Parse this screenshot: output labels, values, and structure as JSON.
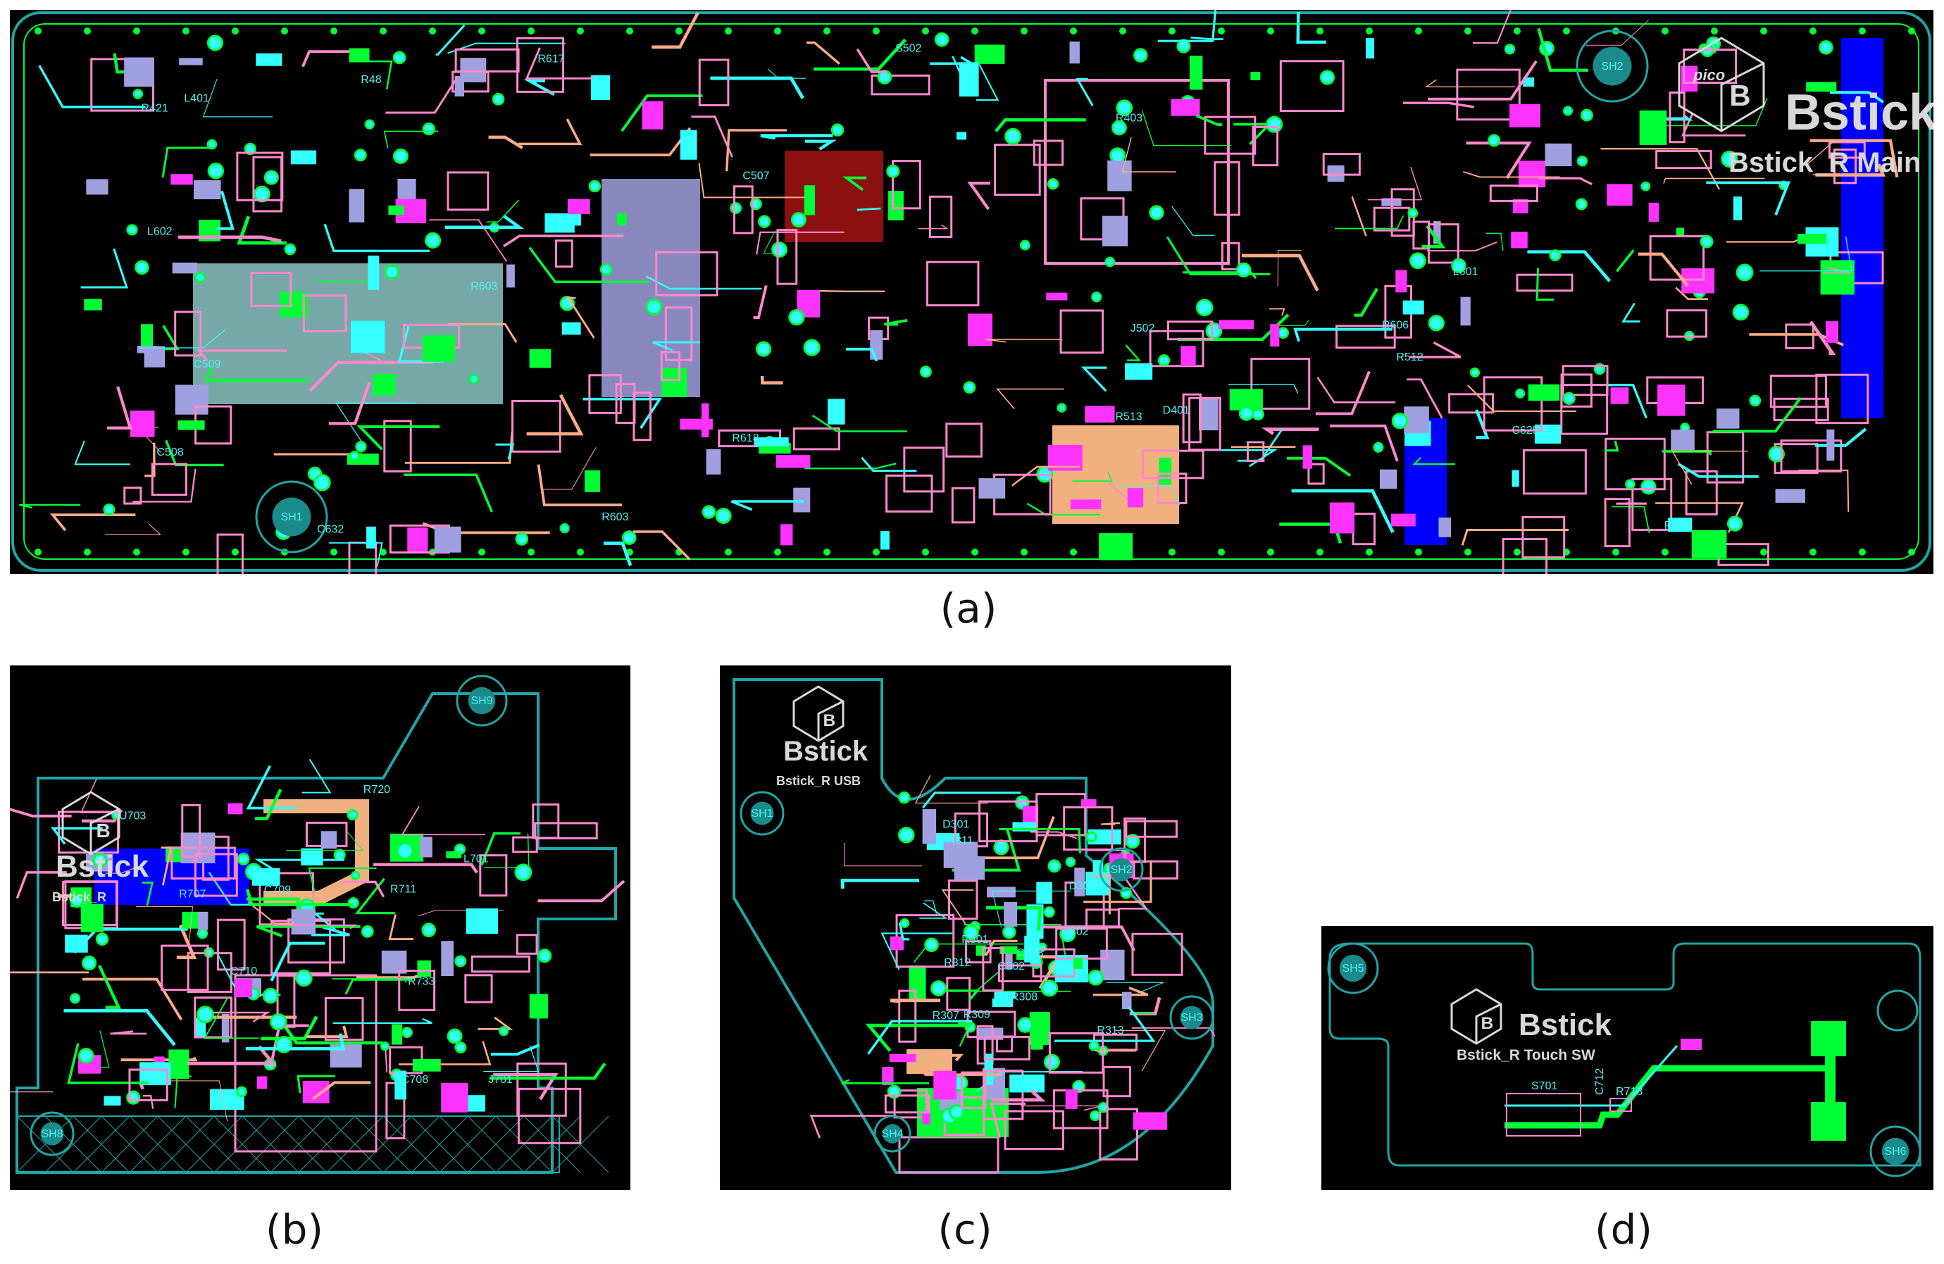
{
  "figure": {
    "panels": [
      {
        "caption": "(a)",
        "board_name": "Bstick",
        "board_subtitle": "Bstick_R Main",
        "mounting_holes": [
          "SH1",
          "SH2"
        ],
        "refs": [
          "J502",
          "L401",
          "L602",
          "L601",
          "R512",
          "R513",
          "R514",
          "R618",
          "R603",
          "R617",
          "R606",
          "C632",
          "R603",
          "S502",
          "C509",
          "D401",
          "R421",
          "R403",
          "C507",
          "C508",
          "R48",
          "C625"
        ]
      },
      {
        "caption": "(b)",
        "board_name": "Bstick",
        "board_subtitle": "Bstick_R",
        "mounting_holes": [
          "SH8",
          "SH9"
        ],
        "refs": [
          "C708",
          "C709",
          "C710",
          "R707",
          "R711",
          "L701",
          "U703",
          "J701",
          "R733",
          "R720"
        ]
      },
      {
        "caption": "(c)",
        "board_name": "Bstick",
        "board_subtitle": "Bstick_R USB",
        "mounting_holes": [
          "SH1",
          "SH2",
          "SH3",
          "SH4"
        ],
        "refs": [
          "J302",
          "R301",
          "D302",
          "R313",
          "D301",
          "R312",
          "R309",
          "C302",
          "R311",
          "R308",
          "R307",
          "C303"
        ]
      },
      {
        "caption": "(d)",
        "board_name": "Bstick",
        "board_subtitle": "Bstick_R Touch SW",
        "mounting_holes": [
          "SH5",
          "SH6"
        ],
        "refs": [
          "S701",
          "C712",
          "R718"
        ]
      }
    ],
    "logo_text": "pico",
    "colors": {
      "background": "#000000",
      "outline": "#1fa6a6",
      "top_copper": "#00ff33",
      "pads": "#33ffff",
      "silkscreen": "#ff88cc",
      "inner": "#ff33ff",
      "plane": "#0000ff",
      "keepout": "#a0a0e0",
      "text": "#d8d8d8"
    }
  }
}
